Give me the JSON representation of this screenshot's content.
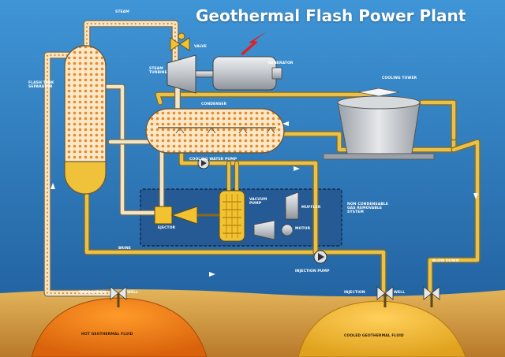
{
  "title": "Geothermal Flash Power Plant",
  "labels": {
    "steam": "STEAM",
    "valve": "VALVE",
    "generator": "GENERATOR",
    "steam_turbine": "STEAM TURBINE",
    "flash_tank": "FLASH TANK SEPARATOR",
    "cooling_tower": "COOLING TOWER",
    "condenser": "CONDENSER",
    "cooling_water_pump": "COOLING WATER PUMP",
    "vacuum_pump": "VACUUM PUMP",
    "muffler": "MUFFLER",
    "motor": "MOTOR",
    "ejector": "EJECTOR",
    "ncg_system": "NON CONDENSABLE GAS REMOVABLE SYSTEM",
    "brine": "BRINE",
    "injection_pump": "INJECTION PUMP",
    "blow_down": "BLOW DOWN",
    "production": "PRODUCTION",
    "well_left": "WELL",
    "injection": "INJECTION",
    "well_right": "WELL",
    "hot_fluid": "HOT GEOTHERMAL FLUID",
    "cooled_fluid": "COOLED GEOTHERMAL FLUID"
  },
  "colors": {
    "background_top": "#3b8fd0",
    "background_bottom": "#1f5d9c",
    "pipe_liquid": "#e8c24a",
    "pipe_outline": "#8a6a1c",
    "steam_pipe": "#f2e6c8",
    "steam_dots": "#e8892a",
    "ground": "#d9a24a",
    "hot_fluid": "#f07d10",
    "cooled_fluid": "#f2b52a",
    "tank_fill": "#fbe8c8",
    "machine_gray": "#c9ccd0",
    "lightning": "#e02020"
  },
  "icons": [
    "valve-icon",
    "pump-icon",
    "lightning-icon",
    "ejector-icon",
    "motor-icon",
    "muffler-icon",
    "fan-icon",
    "arrow-icon"
  ]
}
